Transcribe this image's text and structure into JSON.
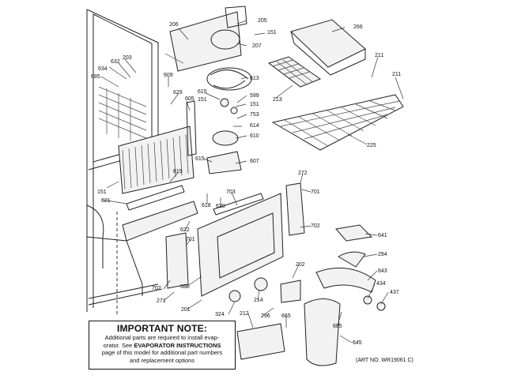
{
  "note": {
    "title": "IMPORTANT NOTE:",
    "line1": "Additional parts are required to install evap-",
    "line2_pre": "orator.  See ",
    "line2_bold": "EVAPORATOR INSTRUCTIONS",
    "line3": "page of this model for additional part numbers",
    "line4": "and replacement options"
  },
  "art_number": "(ART NO. WR19061 C)",
  "callouts": [
    "206",
    "205",
    "151",
    "266",
    "207",
    "211",
    "211",
    "634",
    "632",
    "203",
    "685",
    "609",
    "613",
    "615",
    "599",
    "151",
    "151",
    "629",
    "605",
    "753",
    "614",
    "610",
    "213",
    "225",
    "615",
    "607",
    "272",
    "701",
    "151",
    "619",
    "703",
    "621",
    "618",
    "620",
    "702",
    "622",
    "701",
    "641",
    "294",
    "202",
    "685",
    "643",
    "434",
    "437",
    "702",
    "271",
    "201",
    "214",
    "324",
    "212",
    "296",
    "665",
    "685",
    "645"
  ]
}
